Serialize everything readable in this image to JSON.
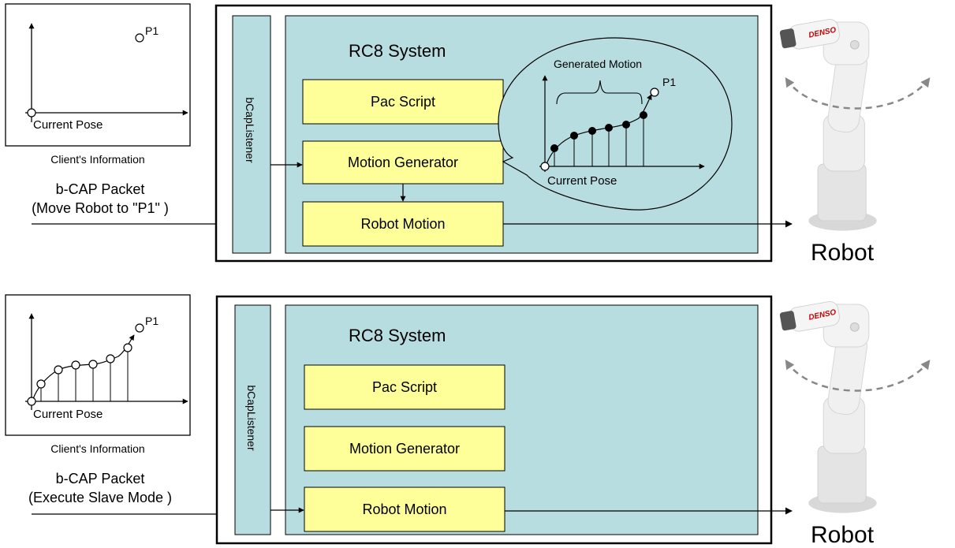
{
  "top": {
    "client_graph": {
      "point_label": "P1",
      "origin_label": "Current Pose"
    },
    "client_caption": "Client's Information",
    "packet_title": "b-CAP Packet",
    "packet_command": "(Move Robot to \"P1\" )",
    "listener_label": "bCapListener",
    "system_title": "RC8 System",
    "pac_script": "Pac Script",
    "motion_generator": "Motion Generator",
    "robot_motion": "Robot Motion",
    "bubble": {
      "title": "Generated Motion",
      "point_label": "P1",
      "origin_label": "Current Pose"
    },
    "robot_label": "Robot"
  },
  "bottom": {
    "client_graph": {
      "point_label": "P1",
      "origin_label": "Current Pose"
    },
    "client_caption": "Client's Information",
    "packet_title": "b-CAP Packet",
    "packet_command": "(Execute Slave Mode )",
    "listener_label": "bCapListener",
    "system_title": "RC8 System",
    "pac_script": "Pac Script",
    "motion_generator": "Motion Generator",
    "robot_motion": "Robot Motion",
    "robot_label": "Robot"
  },
  "robot_brand": "DENSO",
  "colors": {
    "panel": "#b7dde0",
    "box": "#ffff99",
    "robot_body": "#ececec",
    "robot_accent": "#c40000",
    "motion_arrow": "#888888"
  }
}
